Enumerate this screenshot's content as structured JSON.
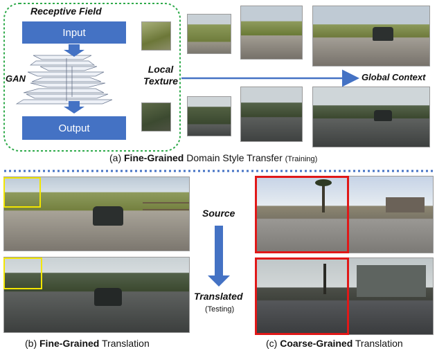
{
  "panel_a": {
    "receptive_field_label": "Receptive Field",
    "input_label": "Input",
    "gan_label": "GAN",
    "output_label": "Output",
    "local_texture_label": [
      "Local",
      "Texture"
    ],
    "global_context_label": "Global Context",
    "caption_prefix": "(a) ",
    "caption_bold": "Fine-Grained",
    "caption_rest": " Domain Style Transfer ",
    "caption_small": "(Training)"
  },
  "panel_b": {
    "caption_prefix": "(b) ",
    "caption_bold": "Fine-Grained",
    "caption_rest": " Translation"
  },
  "middle": {
    "source_label": "Source",
    "translated_label": "Translated",
    "testing_label": "(Testing)"
  },
  "panel_c": {
    "caption_prefix": "(c) ",
    "caption_bold": "Coarse-Grained",
    "caption_rest": " Translation"
  },
  "colors": {
    "accent_blue": "#4472c4",
    "dashed_green": "#2eaa4a",
    "highlight_yellow": "#f2e600",
    "highlight_red": "#e01818"
  }
}
